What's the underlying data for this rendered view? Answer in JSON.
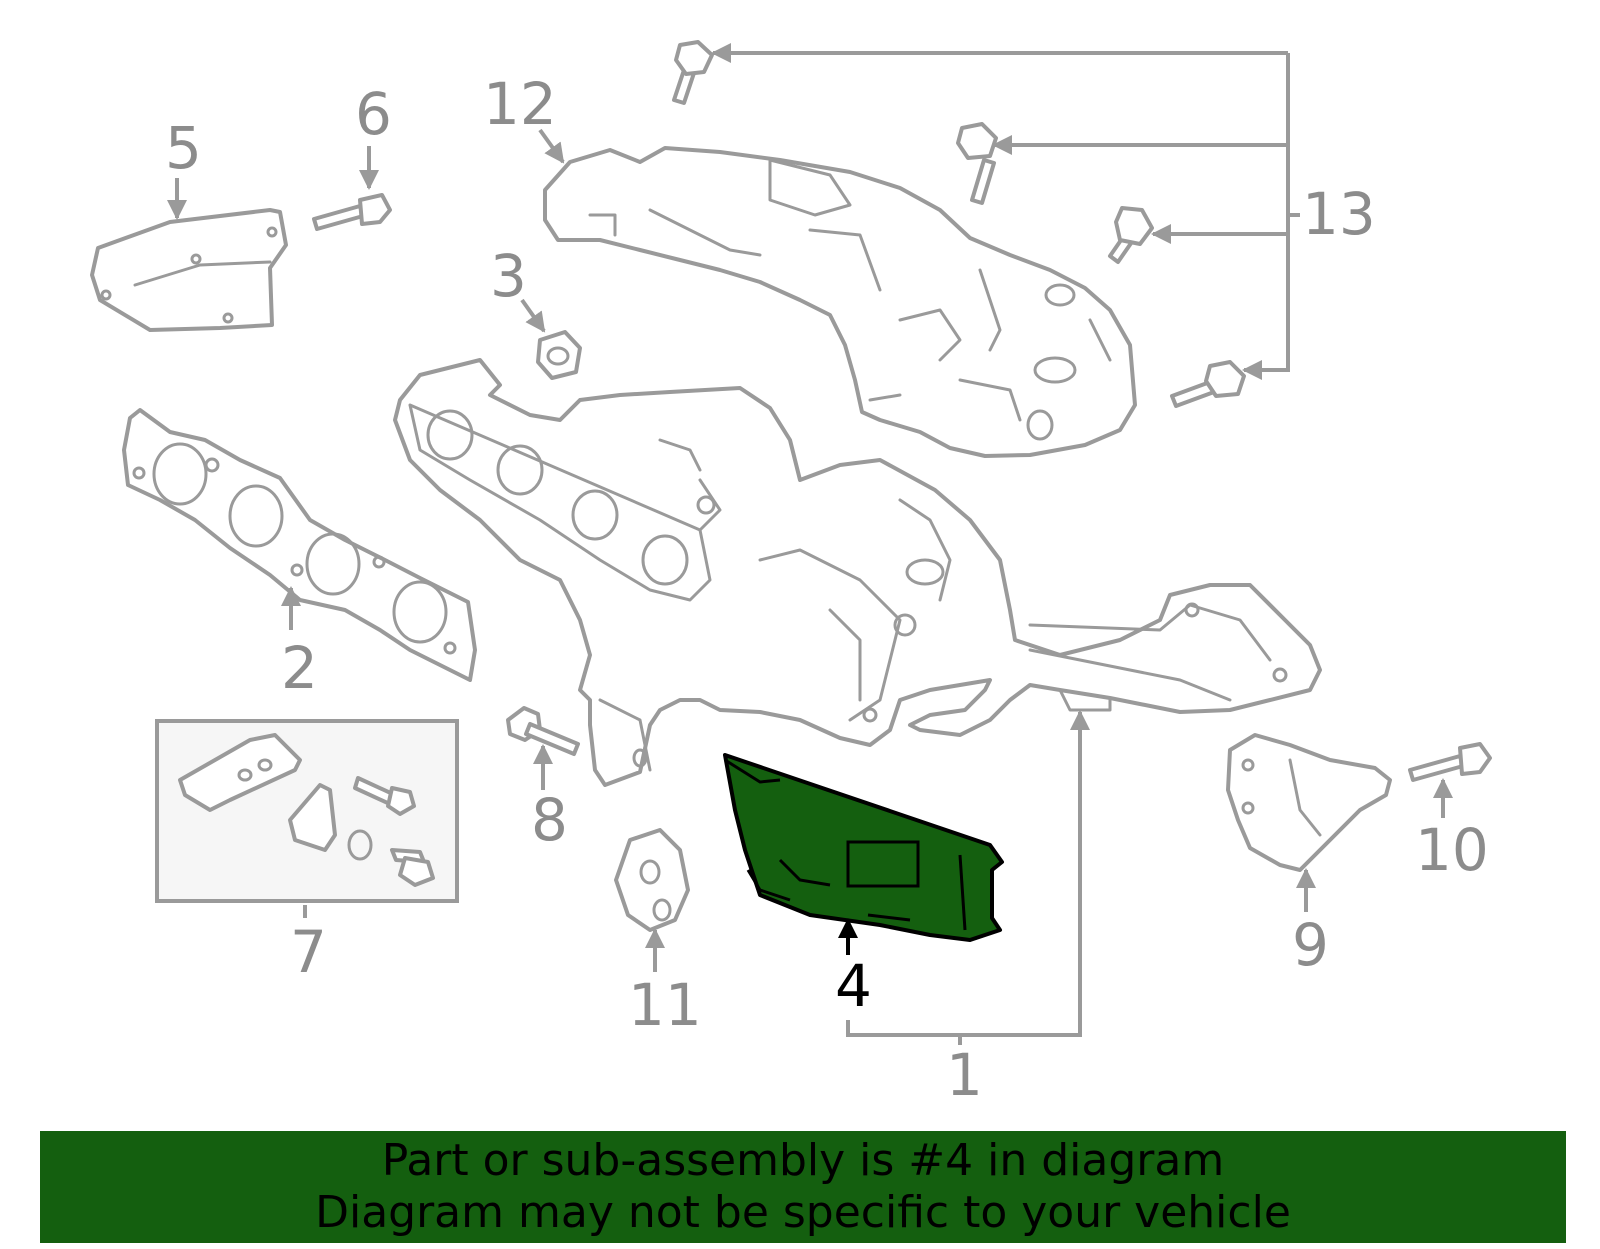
{
  "highlight_color": "#145f0f",
  "callouts": {
    "c1": "1",
    "c2": "2",
    "c3": "3",
    "c4": "4",
    "c5": "5",
    "c6": "6",
    "c7": "7",
    "c8": "8",
    "c9": "9",
    "c10": "10",
    "c11": "11",
    "c12": "12",
    "c13": "13"
  },
  "highlighted_part": "4",
  "banner": {
    "line1": "Part or sub-assembly is #4 in diagram",
    "line2": "Diagram may not be specific to your vehicle"
  }
}
